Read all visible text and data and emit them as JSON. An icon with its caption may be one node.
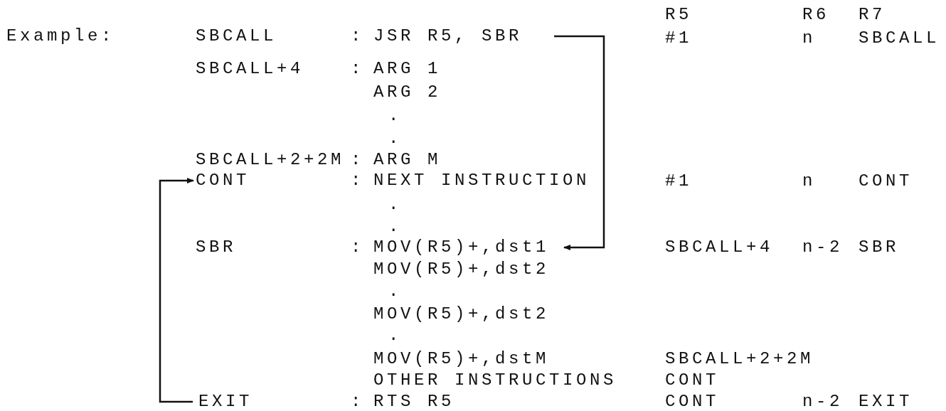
{
  "diagram": {
    "nodes": [
      {
        "text": [
          "JSR R5, SBR"
        ]
      },
      {
        "text": [
          "CONT"
        ]
      },
      {
        "text": [
          "MOV(R5)+,dst1"
        ]
      },
      {
        "text": [
          "EXIT"
        ]
      }
    ],
    "edges": [
      {
        "from": 0,
        "to": 2,
        "arrow": "to"
      },
      {
        "from": 3,
        "to": 1,
        "arrow": "to"
      }
    ],
    "labels": [
      "R5",
      "R6",
      "R7",
      "Example:",
      "SBCALL",
      ":",
      "#1",
      "n",
      "SBCALL",
      "SBCALL+4",
      ":",
      "ARG 1",
      "ARG 2",
      ".",
      ".",
      "SBCALL+2+2M",
      ":",
      "ARG M",
      ":",
      "NEXT INSTRUCTION",
      "#1",
      "n",
      "CONT",
      ".",
      ".",
      "SBR",
      ":",
      "SBCALL+4",
      "n-2",
      "SBR",
      "MOV(R5)+,dst2",
      ".",
      "MOV(R5)+,dst2",
      ".",
      "MOV(R5)+,dstM",
      "SBCALL+2+2M",
      "OTHER INSTRUCTIONS",
      "CONT",
      ":",
      "RTS R5",
      "CONT",
      "n-2",
      "EXIT"
    ]
  }
}
